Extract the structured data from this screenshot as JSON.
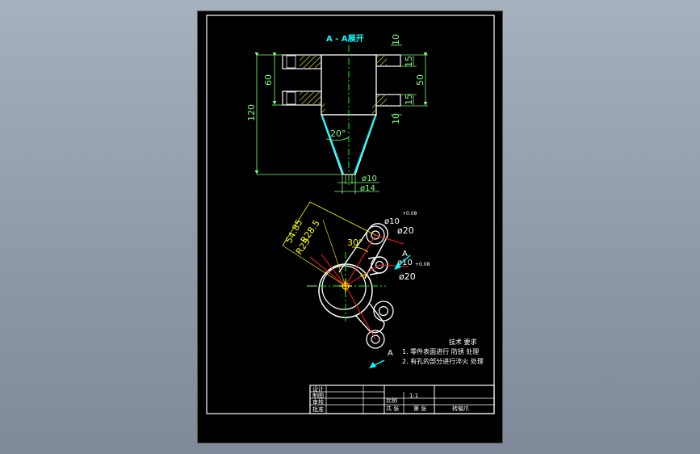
{
  "colors": {
    "background": "#9aa3b0",
    "sheet": "#000000",
    "outline": "#ffffff",
    "dimension": "#7dff7d",
    "centerline": "#00ff00",
    "hatch": "#ffff00",
    "red_construction": "#ff2020",
    "section_title": "#00ffff",
    "taper": "#00ffff",
    "yellow_dims": "#ffff00"
  },
  "section_view": {
    "title": "A - A展开",
    "dims": {
      "top_offset": "10",
      "upper_slot": "15",
      "ear_span": "50",
      "lower_slot": "15",
      "bottom_offset": "10",
      "ear_height": "60",
      "overall_height": "120",
      "taper_angle": "20°",
      "inner_bore": "ø10",
      "outer_bore": "ø14"
    }
  },
  "plan_view": {
    "dims": {
      "arm_length": "54.85",
      "outer_radius": "R28.5",
      "inner_radius": "R23",
      "arm_angle": "30°",
      "hole_upper": "ø10",
      "hole_upper_tol": "+0.08",
      "boss_upper": "ø20",
      "hole_lower": "ø10",
      "hole_lower_tol": "+0.08",
      "boss_lower": "ø20",
      "center_offset": "5"
    },
    "section_marks": [
      "A",
      "A"
    ]
  },
  "technical_requirements": {
    "heading": "技术 要求",
    "items": [
      "1. 零件表面进行 防锈 处理",
      "2. 有孔的部分进行淬火 处理"
    ]
  },
  "title_block": {
    "row_labels": [
      "设计",
      "制图",
      "审核",
      "批准"
    ],
    "scale_label": "比例",
    "scale_value": "1:1",
    "sheets_total_label": "共 张",
    "sheet_no_label": "第 张",
    "part_name": "转轴爪"
  }
}
